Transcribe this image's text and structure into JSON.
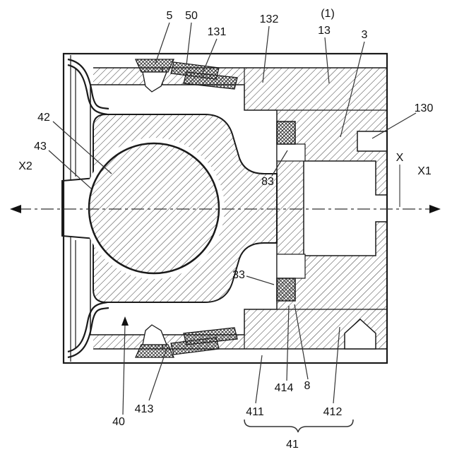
{
  "fig": {
    "kind": "patent cross-section drawing of a ball joint assembly",
    "colors": {
      "line": "#1a1a1a",
      "hatch": "#3c3c3c",
      "background": "#ffffff"
    },
    "axis": {
      "x2": "X2",
      "x": "X",
      "x1": "X1"
    },
    "callouts": {
      "n5": "5",
      "n50": "50",
      "n131": "131",
      "n132": "132",
      "n1": "(1)",
      "n13": "13",
      "n3": "3",
      "n130": "130",
      "n42": "42",
      "n43": "43",
      "n83": "83",
      "n33": "33",
      "n413": "413",
      "n40": "40",
      "n411": "411",
      "n414": "414",
      "n8": "8",
      "n412": "412",
      "n41": "41"
    }
  }
}
